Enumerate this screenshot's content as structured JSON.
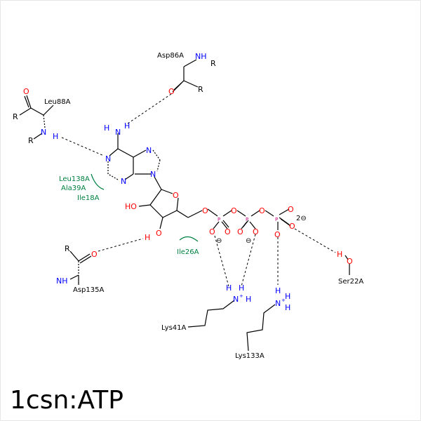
{
  "title": "1csn:ATP",
  "colors": {
    "bond": "#000000",
    "nitrogen": "#0000ff",
    "oxygen": "#ff0000",
    "phosphorus": "#cc0080",
    "residue_hydrophobic": "#008040",
    "hbond": "#000000"
  },
  "residues": {
    "asp86": "Asp86A",
    "leu88": "Leu88A",
    "leu138": "Leu138A",
    "ala39": "Ala39A",
    "ile18": "Ile18A",
    "ile26": "Ile26A",
    "asp135": "Asp135A",
    "lys41": "Lys41A",
    "lys133": "Lys133A",
    "ser22": "Ser22A"
  },
  "atoms": {
    "N": "N",
    "O": "O",
    "H": "H",
    "P": "P",
    "R": "R",
    "HO": "HO",
    "NH": "NH",
    "H2N": "H",
    "charge_plus": "+",
    "charge_minus": "⊖",
    "charge_2minus": "2⊖"
  }
}
